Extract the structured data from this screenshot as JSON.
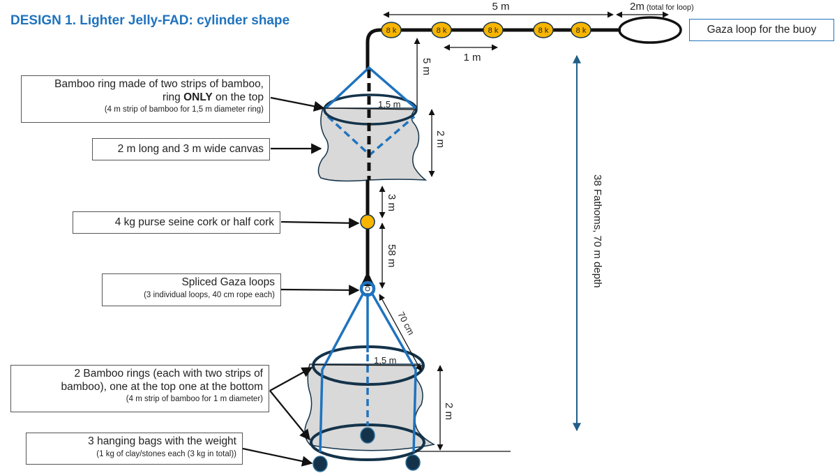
{
  "title": "DESIGN 1. Lighter Jelly-FAD: cylinder shape",
  "colors": {
    "title_blue": "#1f73be",
    "rope_blue": "#1f73be",
    "float_yellow": "#f7b500",
    "canvas_gray": "#d9d9d9",
    "ring_dark": "#14334a",
    "depth_arrow": "#1f5f88"
  },
  "buoy_label": "Gaza loop for the buoy",
  "floats": {
    "count": 5,
    "label": "8 k"
  },
  "labels": {
    "top_ring": {
      "line1": "Bamboo ring made of two strips of bamboo,",
      "line2_pre": "ring ",
      "line2_bold": "ONLY",
      "line2_post": " on the top",
      "sub": "(4 m strip of bamboo for 1,5 m diameter ring)"
    },
    "canvas": {
      "main": "2 m long and 3 m wide canvas"
    },
    "cork": {
      "main": "4 kg purse seine cork or half cork"
    },
    "gaza_loops": {
      "main": "Spliced Gaza loops",
      "sub": "(3 individual loops, 40 cm rope each)"
    },
    "bottom_rings": {
      "line1": "2 Bamboo rings (each with two strips of",
      "line2": "bamboo), one at the top one at the bottom",
      "sub": "(4 m strip of bamboo for 1 m diameter)"
    },
    "bags": {
      "main": "3 hanging bags with the weight",
      "sub": "(1 kg of clay/stones each (3 kg in total))"
    }
  },
  "dimensions": {
    "float_line": "5 m",
    "loop_main": "2m",
    "loop_sub": "(total for loop)",
    "float_spacing": "1 m",
    "top_drop": "5 m",
    "top_ring_diameter": "1,5 m",
    "top_canvas_height": "2 m",
    "canvas_to_cork": "3 m",
    "cork_to_loops": "58 m",
    "loop_rope": "70 cm",
    "bottom_ring_diameter": "1,5 m",
    "bottom_cylinder_height": "2 m",
    "depth": "38 Fathoms, 70 m depth"
  }
}
